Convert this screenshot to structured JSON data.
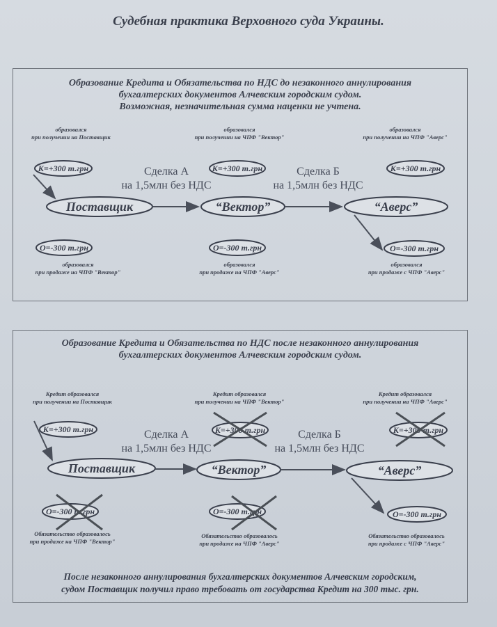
{
  "page_title": "Судебная практика Верховного суда Украины.",
  "panel1": {
    "title_lines": [
      "Образование Кредита и Обязательства по НДС до незаконного аннулирования",
      "бухгалтерских документов Алчевским городским судом.",
      "Возможная, незначительная сумма наценки не учтена."
    ],
    "top_labels": [
      [
        "образовался",
        "при получении на Поставщик"
      ],
      [
        "образовался",
        "при получении на ЧПФ \"Вектор\""
      ],
      [
        "образовался",
        "при получении на ЧПФ \"Аверс\""
      ]
    ],
    "bottom_labels": [
      [
        "образовался",
        "при продаже на ЧПФ \"Вектор\""
      ],
      [
        "образовался",
        "при продаже на ЧПФ \"Аверс\""
      ],
      [
        "образовался",
        "при продаже с ЧПФ \"Аверс\""
      ]
    ]
  },
  "panel2": {
    "title_lines": [
      "Образование Кредита и Обязательства по НДС после незаконного аннулирования",
      "бухгалтерских документов Алчевским городским судом."
    ],
    "top_labels": [
      [
        "Кредит образовался",
        "при получении на Поставщик"
      ],
      [
        "Кредит образовался",
        "при получении на ЧПФ \"Вектор\""
      ],
      [
        "Кредит образовался",
        "при получении на ЧПФ \"Аверс\""
      ]
    ],
    "bottom_labels": [
      [
        "Обязательство образовалось",
        "при продаже на ЧПФ \"Вектор\""
      ],
      [
        "Обязательство образовалось",
        "при продаже на ЧПФ \"Аверс\""
      ],
      [
        "Обязательство образовалось",
        "при продаже с ЧПФ \"Аверс\""
      ]
    ],
    "footer_lines": [
      "После незаконного аннулирования бухгалтерских документов Алчевским городским,",
      "судом Поставщик получил право требовать от государства Кредит на 300 тыс. грн."
    ]
  },
  "entities": {
    "supplier": "Поставщик",
    "vector": "“Вектор”",
    "avers": "“Аверс”"
  },
  "credit_label": "К=+300 т.грн",
  "obligation_label": "О=-300 т.грн",
  "deal_a": [
    "Сделка А",
    "на 1,5млн без НДС"
  ],
  "deal_b": [
    "Сделка Б",
    "на 1,5млн без НДС"
  ]
}
